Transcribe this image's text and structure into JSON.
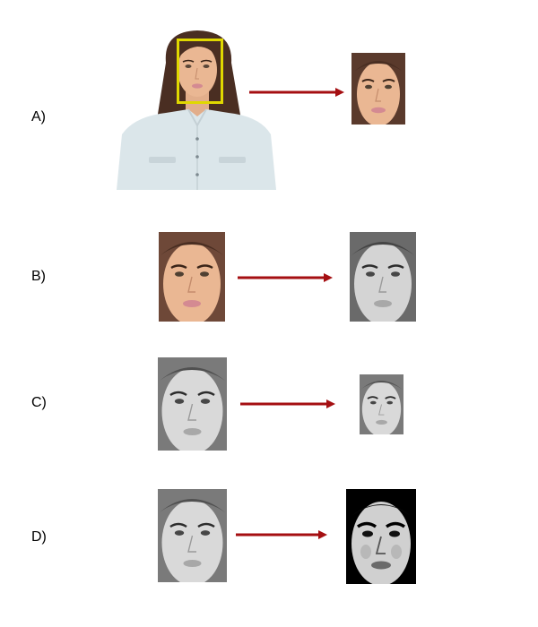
{
  "steps": [
    {
      "label": "A)"
    },
    {
      "label": "B)"
    },
    {
      "label": "C)"
    },
    {
      "label": "D)"
    }
  ],
  "colors": {
    "arrow": "#a50f12",
    "detection_box": "#e0d800",
    "skin": "#eab793",
    "hair": "#4a2e22",
    "shirt": "#dbe6ea",
    "gray_face": "#d9d9d9",
    "gray_bg": "#8a8a8a",
    "dark_bg": "#000000"
  }
}
